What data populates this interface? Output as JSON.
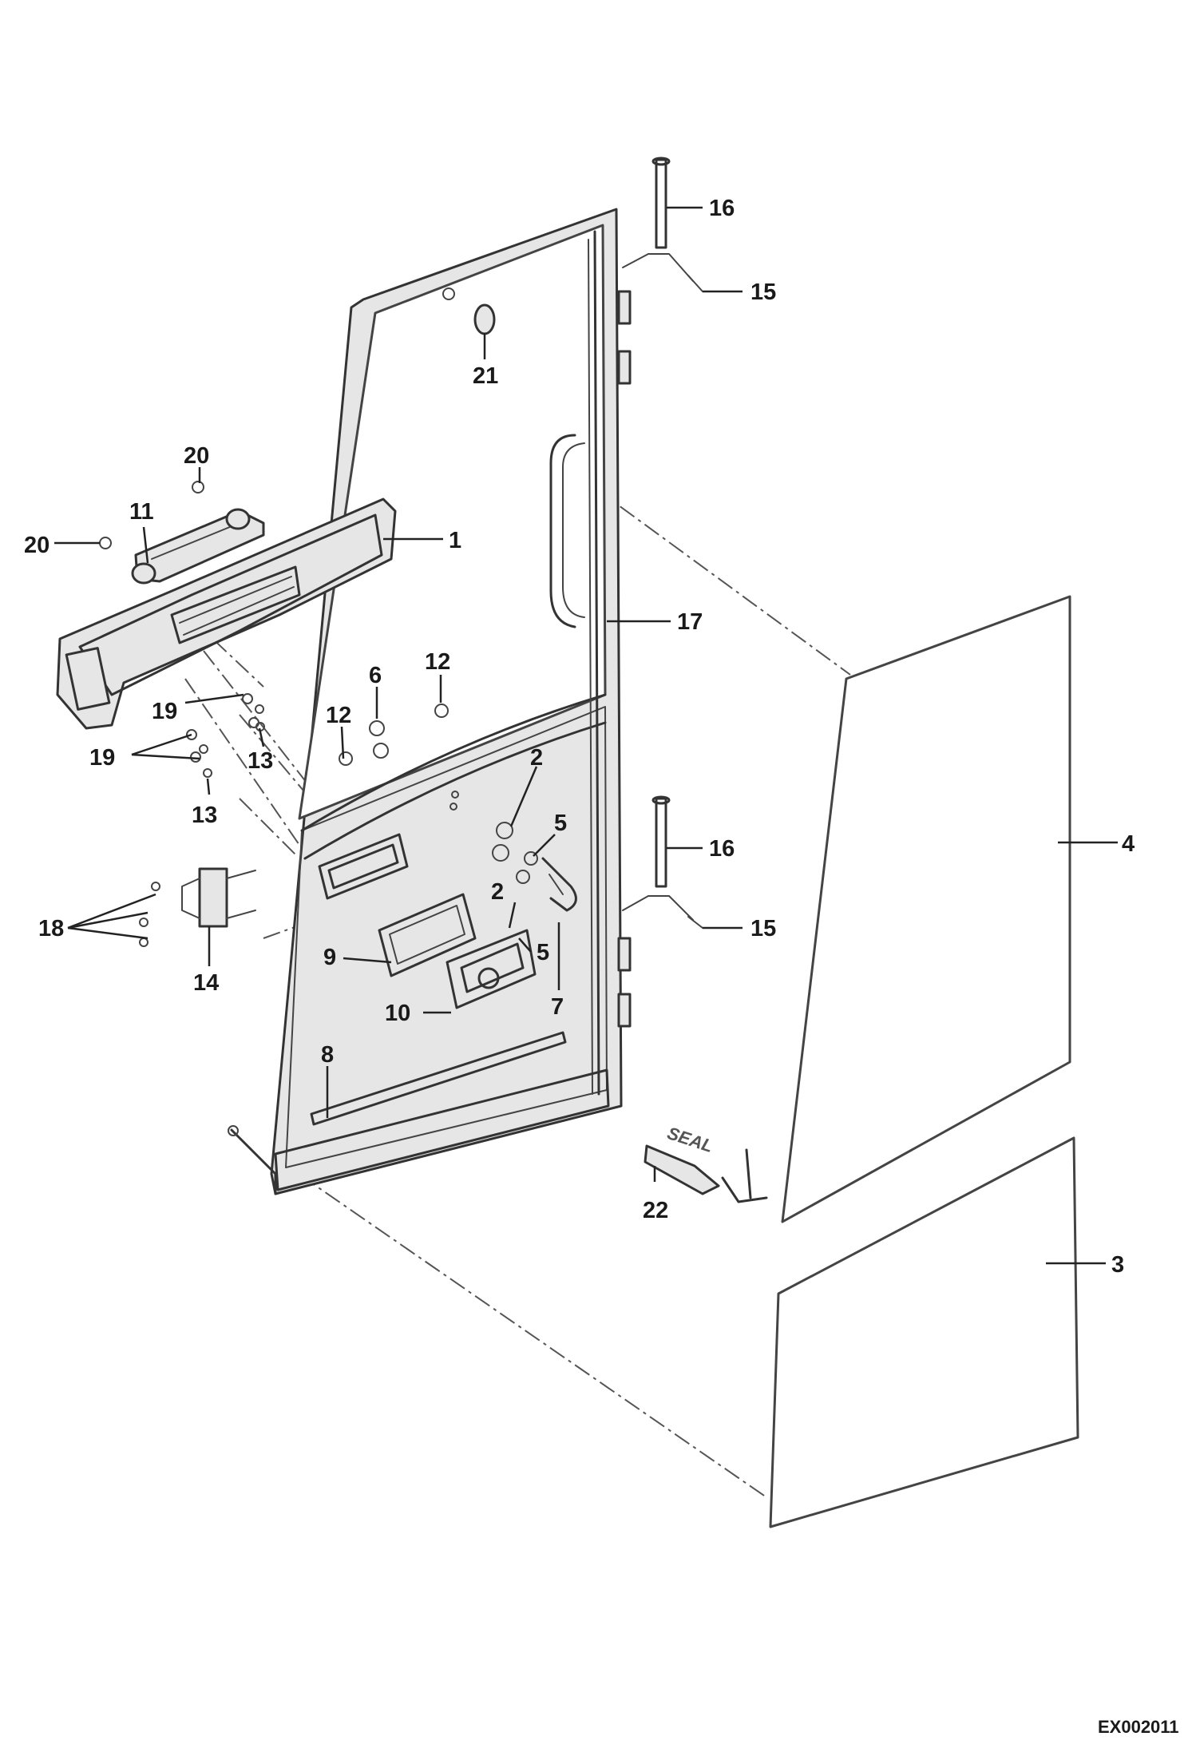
{
  "diagram": {
    "callouts": [
      "1",
      "2",
      "3",
      "4",
      "5",
      "6",
      "7",
      "8",
      "9",
      "10",
      "11",
      "12",
      "13",
      "14",
      "15",
      "16",
      "17",
      "18",
      "19",
      "20",
      "21",
      "22"
    ],
    "seal_text": "SEAL",
    "drawing_code": "EX002011"
  }
}
